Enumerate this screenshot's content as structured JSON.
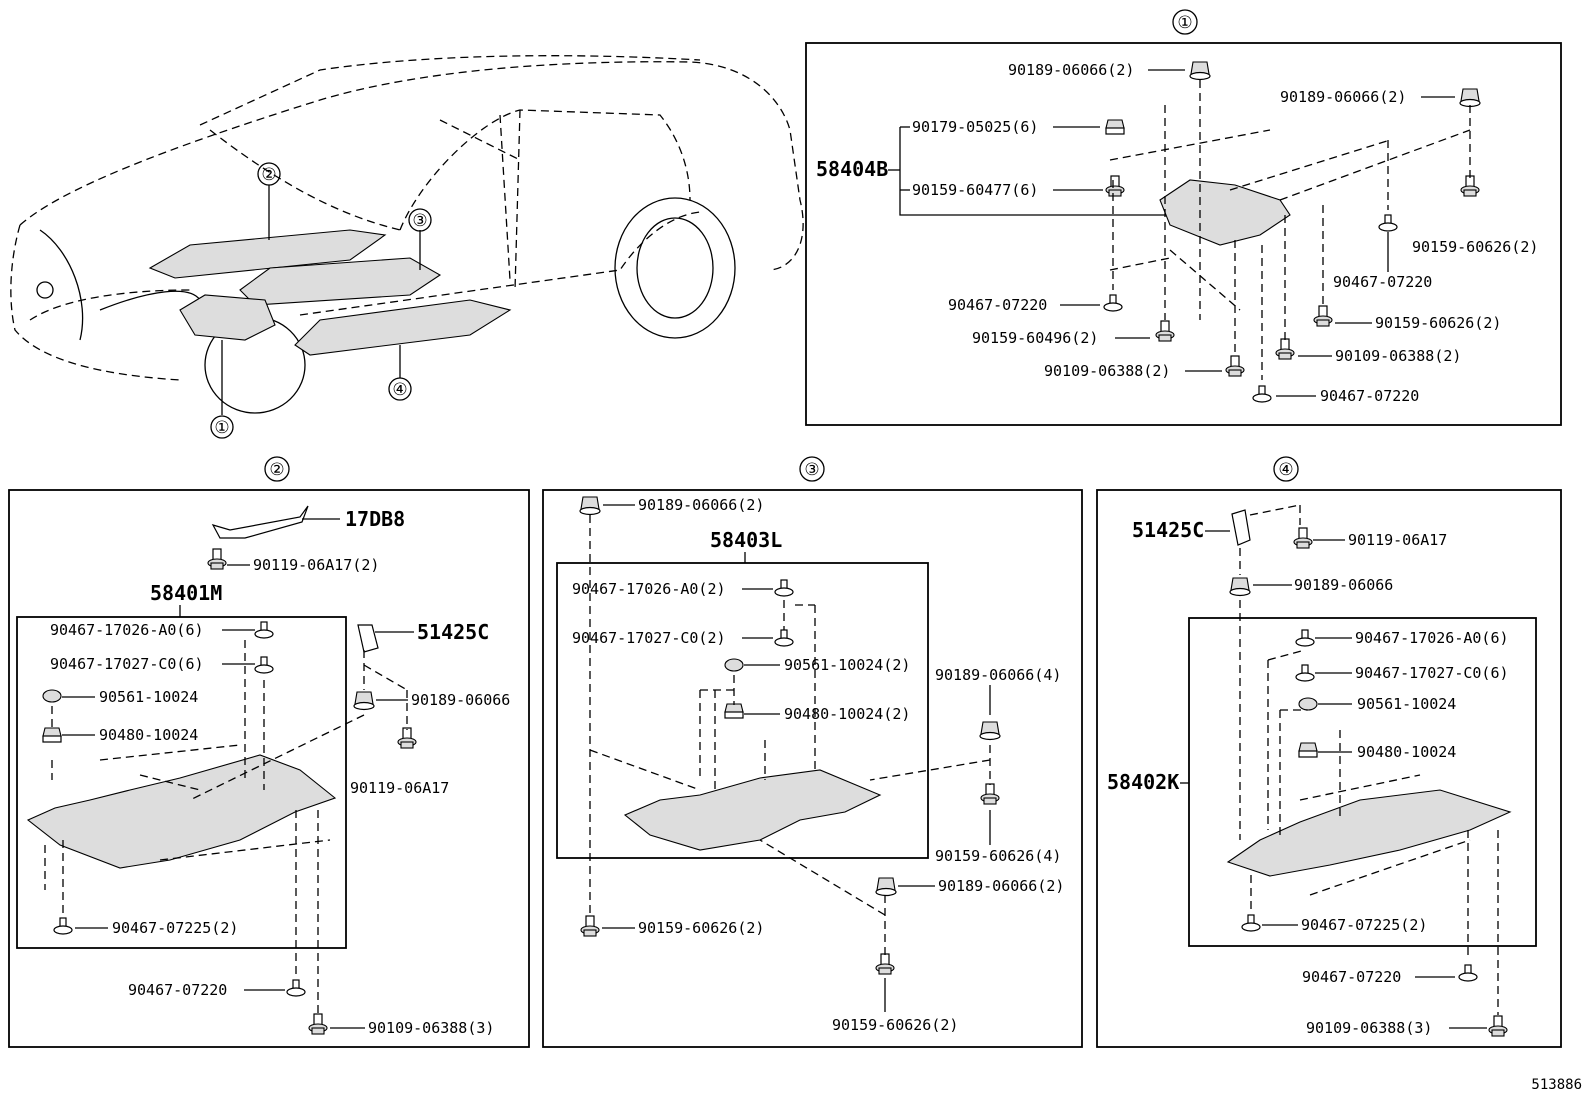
{
  "catalog_number": "513886",
  "overview": {
    "callouts": [
      "①",
      "②",
      "③",
      "④"
    ]
  },
  "panel1": {
    "title": "①",
    "assembly": "58404B",
    "labels": {
      "a": "90189-06066(2)",
      "b": "90189-06066(2)",
      "c": "90179-05025(6)",
      "d": "90159-60477(6)",
      "e": "90159-60626(2)",
      "f": "90467-07220",
      "g": "90467-07220",
      "h": "90159-60626(2)",
      "i": "90159-60496(2)",
      "j": "90109-06388(2)",
      "k": "90109-06388(2)",
      "l": "90467-07220"
    }
  },
  "panel2": {
    "title": "②",
    "assembly": "58401M",
    "labels": {
      "a": "17DB8",
      "b": "90119-06A17(2)",
      "c": "51425C",
      "d": "90467-17026-A0(6)",
      "e": "90467-17027-C0(6)",
      "f": "90561-10024",
      "g": "90480-10024",
      "h": "90189-06066",
      "i": "90119-06A17",
      "j": "90467-07225(2)",
      "k": "90467-07220",
      "l": "90109-06388(3)"
    }
  },
  "panel3": {
    "title": "③",
    "assembly": "58403L",
    "labels": {
      "a": "90189-06066(2)",
      "b": "90467-17026-A0(2)",
      "c": "90467-17027-C0(2)",
      "d": "90561-10024(2)",
      "e": "90480-10024(2)",
      "f": "90189-06066(4)",
      "g": "90159-60626(4)",
      "h": "90189-06066(2)",
      "i": "90159-60626(2)",
      "j": "90159-60626(2)"
    }
  },
  "panel4": {
    "title": "④",
    "assembly": "58402K",
    "labels": {
      "a": "51425C",
      "b": "90119-06A17",
      "c": "90189-06066",
      "d": "90467-17026-A0(6)",
      "e": "90467-17027-C0(6)",
      "f": "90561-10024",
      "g": "90480-10024",
      "h": "90467-07225(2)",
      "i": "90467-07220",
      "j": "90109-06388(3)"
    }
  }
}
